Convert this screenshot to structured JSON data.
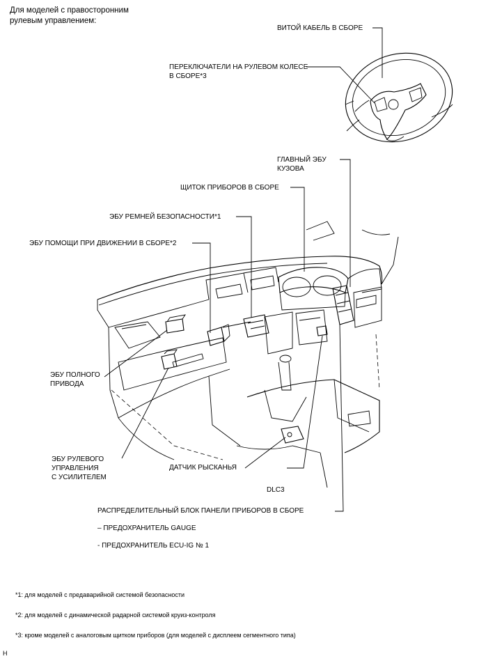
{
  "header": {
    "line1": "Для моделей с правосторонним",
    "line2": "рулевым управлением:"
  },
  "labels": {
    "spiral_cable": "ВИТОЙ КАБЕЛЬ В СБОРЕ",
    "steering_switches_1": "ПЕРЕКЛЮЧАТЕЛИ НА РУЛЕВОМ КОЛЕСЕ",
    "steering_switches_2": "В СБОРЕ*3",
    "main_body_ecu_1": "ГЛАВНЫЙ ЭБУ",
    "main_body_ecu_2": "КУЗОВА",
    "instrument_cluster": "ЩИТОК ПРИБОРОВ В СБОРЕ",
    "seatbelt_ecu": "ЭБУ РЕМНЕЙ БЕЗОПАСНОСТИ*1",
    "driving_support_ecu": "ЭБУ ПОМОЩИ ПРИ ДВИЖЕНИИ В СБОРЕ*2",
    "awd_ecu_1": "ЭБУ ПОЛНОГО",
    "awd_ecu_2": "ПРИВОДА",
    "eps_ecu_1": "ЭБУ РУЛЕВОГО",
    "eps_ecu_2": "УПРАВЛЕНИЯ",
    "eps_ecu_3": "С УСИЛИТЕЛЕМ",
    "yaw_sensor": "ДАТЧИК РЫСКАНЬЯ",
    "dlc3": "DLC3",
    "junction_block": "РАСПРЕДЕЛИТЕЛЬНЫЙ БЛОК ПАНЕЛИ ПРИБОРОВ В СБОРЕ",
    "fuse_gauge": "– ПРЕДОХРАНИТЕЛЬ GAUGE",
    "fuse_ecu_ig": "- ПРЕДОХРАНИТЕЛЬ ECU-IG № 1"
  },
  "notes": [
    "*1: для моделей с предаварийной системой безопасности",
    "*2: для моделей с динамической радарной системой круиз-контроля",
    "*3: кроме моделей с аналоговым щитком приборов (для моделей с дисплеем сегментного типа)"
  ],
  "corner_code": "H"
}
